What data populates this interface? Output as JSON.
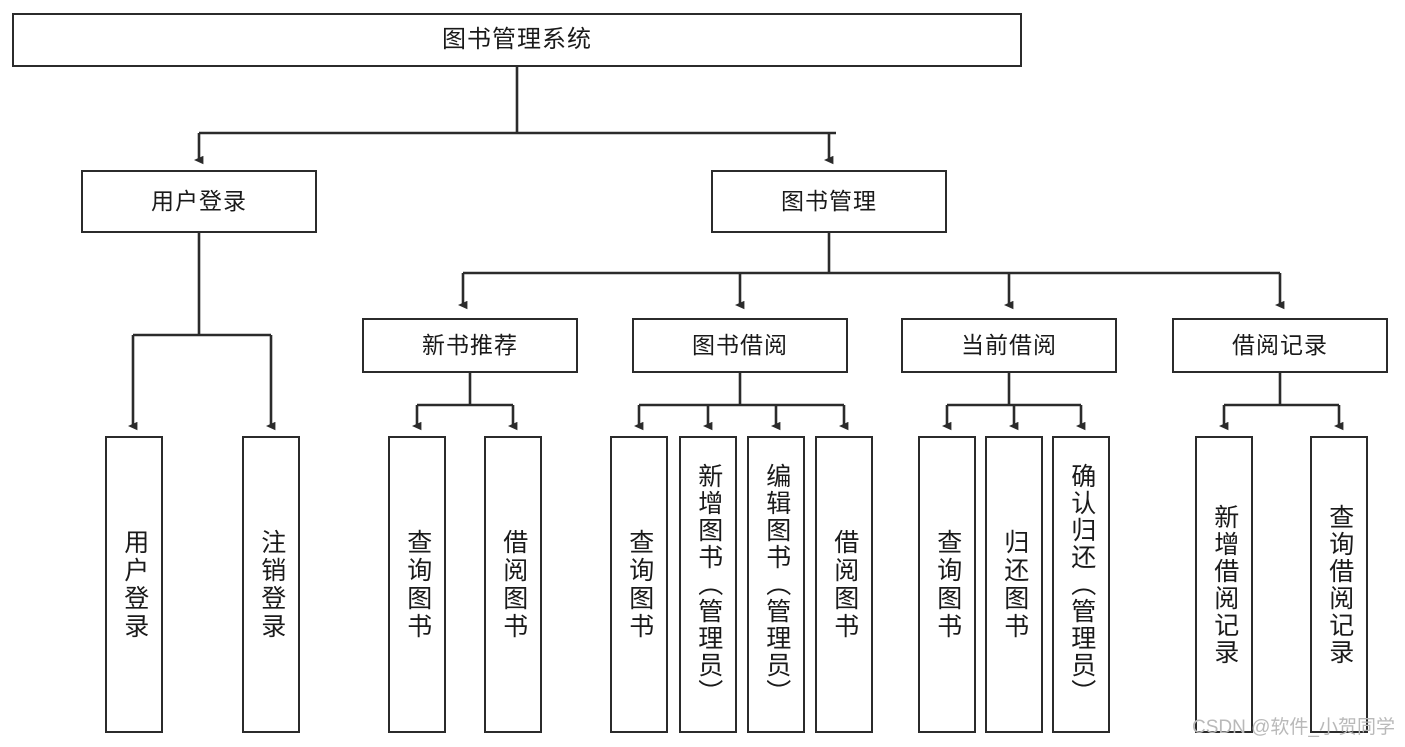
{
  "diagram": {
    "type": "tree-hierarchy",
    "title": "图书管理系统",
    "watermark": "CSDN @软件_小贺同学",
    "colors": {
      "box_border": "#2b2b2b",
      "box_fill": "#ffffff",
      "edge": "#2b2b2b",
      "text": "#1a1a1a",
      "watermark": "#b9b9b9",
      "background": "#ffffff"
    },
    "root": {
      "label": "图书管理系统"
    },
    "level1": [
      {
        "label": "用户登录"
      },
      {
        "label": "图书管理"
      }
    ],
    "level2": [
      {
        "label": "新书推荐"
      },
      {
        "label": "图书借阅"
      },
      {
        "label": "当前借阅"
      },
      {
        "label": "借阅记录"
      }
    ],
    "leaves": {
      "user_login": [
        {
          "label": "用户登录"
        },
        {
          "label": "注销登录"
        }
      ],
      "new_book_recommend": [
        {
          "label": "查询图书"
        },
        {
          "label": "借阅图书"
        }
      ],
      "book_borrow": [
        {
          "label": "查询图书"
        },
        {
          "label": "新增图书（管理员）"
        },
        {
          "label": "编辑图书（管理员）"
        },
        {
          "label": "借阅图书"
        }
      ],
      "current_borrow": [
        {
          "label": "查询图书"
        },
        {
          "label": "归还图书"
        },
        {
          "label": "确认归还（管理员）"
        }
      ],
      "borrow_record": [
        {
          "label": "新增借阅记录"
        },
        {
          "label": "查询借阅记录"
        }
      ]
    }
  }
}
